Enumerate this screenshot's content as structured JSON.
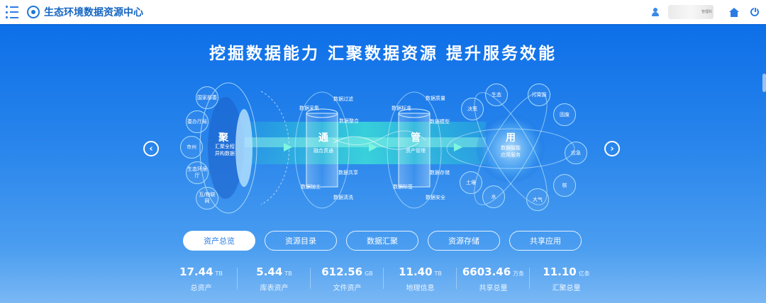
{
  "app": {
    "title": "生态环境数据资源中心"
  },
  "header": {
    "user_org_text": "管理科"
  },
  "banner": {
    "slogan": "挖掘数据能力 汇聚数据资源 提升服务效能",
    "sources": [
      "国家部委",
      "委办厅局",
      "市州",
      "生态环境厅",
      "互/物联网"
    ],
    "ju": {
      "title": "聚",
      "sub1": "汇聚全程",
      "sub2": "异构数据"
    },
    "tong": {
      "title": "通",
      "sub": "融合贯通",
      "labels": [
        "数据过滤",
        "数据采集",
        "数据整合",
        "数据共享",
        "数据加工",
        "数据清洗"
      ]
    },
    "guan": {
      "title": "管",
      "sub": "资产管理",
      "labels": [
        "数据质量",
        "数据标准",
        "数据模型",
        "数据存储",
        "数据标签",
        "数据安全"
      ]
    },
    "yong": {
      "title": "用",
      "sub1": "数据智能",
      "sub2": "应用服务"
    },
    "apps": [
      "生态",
      "污染源",
      "决策",
      "固废",
      "应急",
      "核",
      "大气",
      "水",
      "土壤"
    ]
  },
  "tabs": [
    {
      "label": "资产总览",
      "active": true
    },
    {
      "label": "资源目录",
      "active": false
    },
    {
      "label": "数据汇聚",
      "active": false
    },
    {
      "label": "资源存储",
      "active": false
    },
    {
      "label": "共享应用",
      "active": false
    }
  ],
  "stats": [
    {
      "value": "17.44",
      "unit": "TB",
      "name": "总资产"
    },
    {
      "value": "5.44",
      "unit": "TB",
      "name": "库表资产"
    },
    {
      "value": "612.56",
      "unit": "GB",
      "name": "文件资产"
    },
    {
      "value": "11.40",
      "unit": "TB",
      "name": "地理信息"
    },
    {
      "value": "6603.46",
      "unit": "万条",
      "name": "共享总量"
    },
    {
      "value": "11.10",
      "unit": "亿条",
      "name": "汇聚总量"
    }
  ],
  "colors": {
    "accent": "#2a7ce6",
    "header_text": "#1565c0",
    "banner_top": "#0d6fe8"
  }
}
